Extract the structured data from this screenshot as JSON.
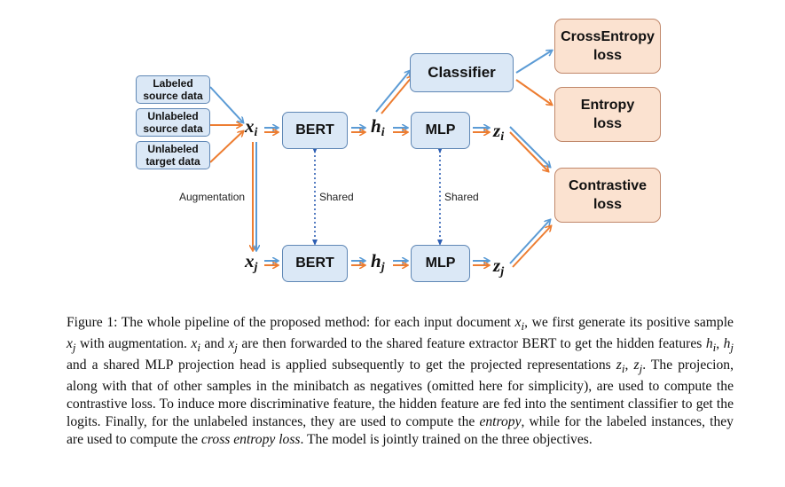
{
  "inputs": {
    "labeled": "Labeled\nsource data",
    "unlabeled_source": "Unlabeled\nsource data",
    "unlabeled_target": "Unlabeled\ntarget data"
  },
  "nodes": {
    "bert": "BERT",
    "mlp": "MLP",
    "classifier": "Classifier"
  },
  "symbols": {
    "x": "x",
    "h": "h",
    "z": "z",
    "i": "i",
    "j": "j"
  },
  "losses": {
    "cross_entropy": "CrossEntropy\nloss",
    "entropy": "Entropy\nloss",
    "contrastive": "Contrastive\nloss"
  },
  "labels": {
    "augmentation": "Augmentation",
    "shared": "Shared"
  },
  "colors": {
    "blue_arrow": "#5b9bd5",
    "orange_arrow": "#ed7d31",
    "dotted_arrow": "#2e5fb3"
  },
  "caption": {
    "prefix": "Figure 1: The whole pipeline of the proposed method: for each input document ",
    "xi": "x",
    "i": "i",
    "t1": ", we first generate its positive sample ",
    "xj": "x",
    "j": "j",
    "t2": " with augmentation. ",
    "t3": " and ",
    "t4": " are then forwarded to the shared feature extractor BERT to get the hidden features ",
    "hi": "h",
    "comma": ", ",
    "hj": "h",
    "t5": " and a shared MLP projection head is applied subsequently to get the projected representations ",
    "zi": "z",
    "zj": "z",
    "t6": ". The projecion, along with that of other samples in the minibatch as negatives (omitted here for simplicity), are used to compute the contrastive loss. To induce more discriminative feature, the hidden feature are fed into the sentiment classifier to get the logits. Finally, for the unlabeled instances, they are used to compute the ",
    "entropy": "entropy",
    "t7": ", while for the labeled instances, they are used to compute the ",
    "cross_entropy": "cross entropy loss",
    "t8": ". The model is jointly trained on the three objectives."
  }
}
